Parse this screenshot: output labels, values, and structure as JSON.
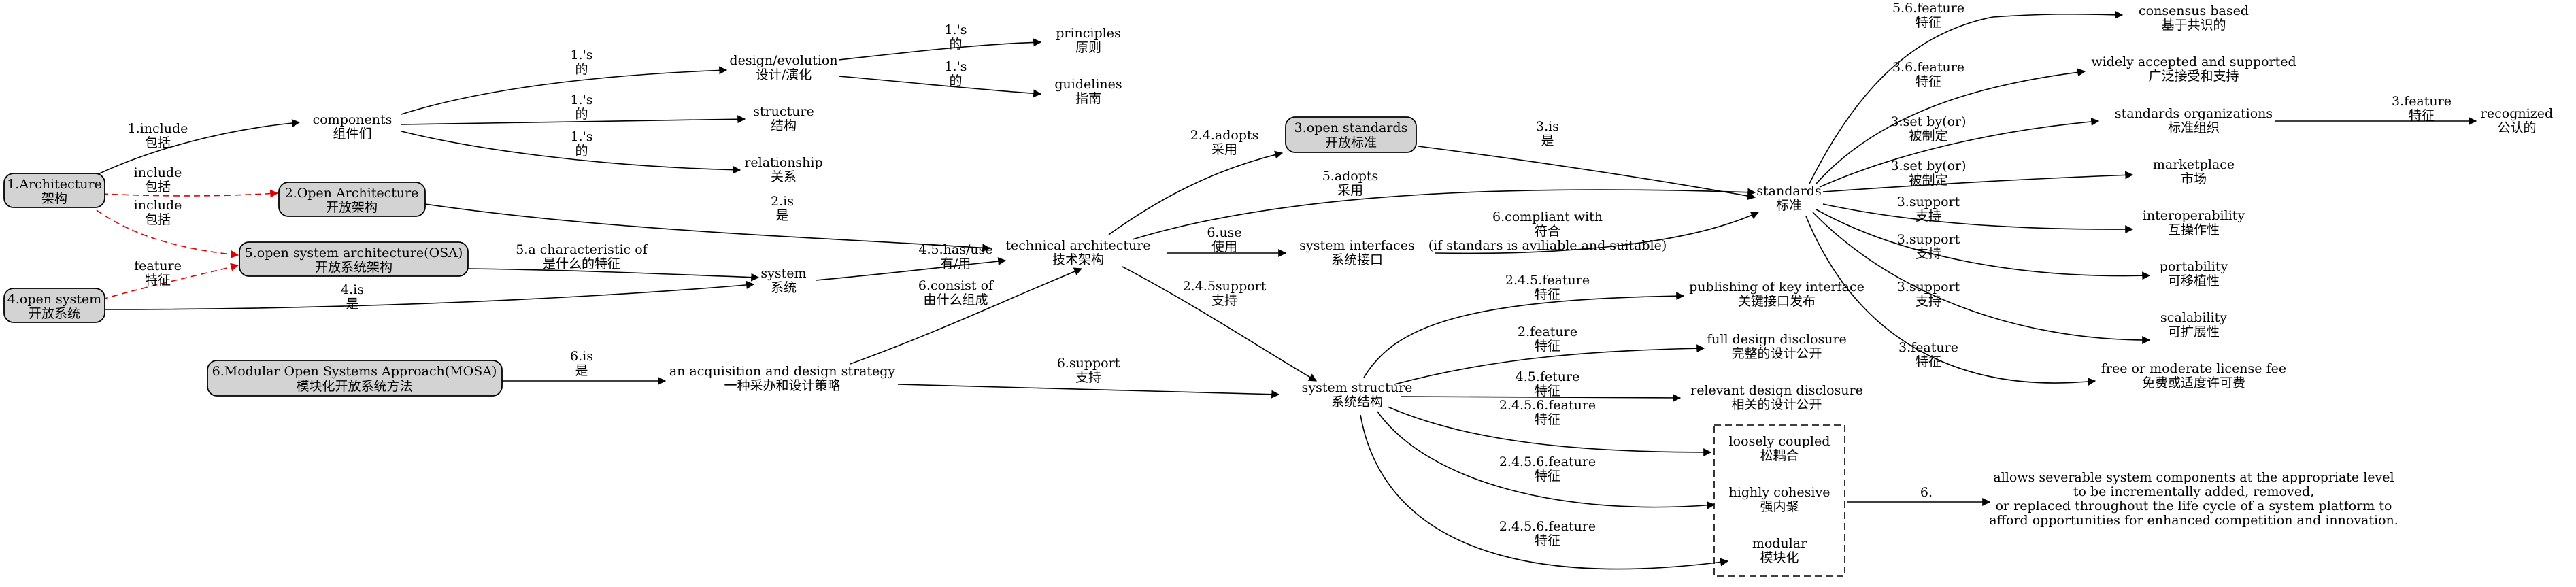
{
  "nodes": {
    "architecture": {
      "en": "1.Architecture",
      "zh": "架构"
    },
    "components": {
      "en": "components",
      "zh": "组件们"
    },
    "design_evolution": {
      "en": "design/evolution",
      "zh": "设计/演化"
    },
    "principles": {
      "en": "principles",
      "zh": "原则"
    },
    "guidelines": {
      "en": "guidelines",
      "zh": "指南"
    },
    "structure": {
      "en": "structure",
      "zh": "结构"
    },
    "relationship": {
      "en": "relationship",
      "zh": "关系"
    },
    "open_architecture": {
      "en": "2.Open Architecture",
      "zh": "开放架构"
    },
    "osa": {
      "en": "5.open system architecture(OSA)",
      "zh": "开放系统架构"
    },
    "open_system": {
      "en": "4.open system",
      "zh": "开放系统"
    },
    "mosa": {
      "en": "6.Modular Open Systems Approach(MOSA)",
      "zh": "模块化开放系统方法"
    },
    "system": {
      "en": "system",
      "zh": "系统"
    },
    "technical_architecture": {
      "en": "technical architecture",
      "zh": "技术架构"
    },
    "acquisition_strategy": {
      "en": "an acquisition and design strategy",
      "zh": "一种采办和设计策略"
    },
    "open_standards": {
      "en": "3.open standards",
      "zh": "开放标准"
    },
    "system_interfaces": {
      "en": "system interfaces",
      "zh": "系统接口"
    },
    "system_structure": {
      "en": "system structure",
      "zh": "系统结构"
    },
    "standards": {
      "en": "standards",
      "zh": "标准"
    },
    "consensus": {
      "en": "consensus based",
      "zh": "基于共识的"
    },
    "widely": {
      "en": "widely accepted and supported",
      "zh": "广泛接受和支持"
    },
    "std_orgs": {
      "en": "standards organizations",
      "zh": "标准组织"
    },
    "recognized": {
      "en": "recognized",
      "zh": "公认的"
    },
    "marketplace": {
      "en": "marketplace",
      "zh": "市场"
    },
    "interoperability": {
      "en": "interoperability",
      "zh": "互操作性"
    },
    "portability": {
      "en": "portability",
      "zh": "可移植性"
    },
    "scalability": {
      "en": "scalability",
      "zh": "可扩展性"
    },
    "license_fee": {
      "en": "free or moderate license fee",
      "zh": "免费或适度许可费"
    },
    "publishing": {
      "en": "publishing of key interface",
      "zh": "关键接口发布"
    },
    "full_disclosure": {
      "en": "full design disclosure",
      "zh": "完整的设计公开"
    },
    "relevant_disclosure": {
      "en": "relevant design disclosure",
      "zh": "相关的设计公开"
    },
    "loosely": {
      "en": "loosely coupled",
      "zh": "松耦合"
    },
    "cohesive": {
      "en": "highly cohesive",
      "zh": "强内聚"
    },
    "modular": {
      "en": "modular",
      "zh": "模块化"
    },
    "allows": {
      "line1": "allows severable system components at the appropriate level",
      "line2": "to be incrementally added, removed,",
      "line3": "or replaced throughout the life cycle of a system platform to",
      "line4": "afford opportunities for enhanced competition and innovation."
    }
  },
  "edges": {
    "arch_components": {
      "en": "1.include",
      "zh": "包括"
    },
    "arch_open_arch": {
      "en": "include",
      "zh": "包括"
    },
    "arch_osa": {
      "en": "include",
      "zh": "包括"
    },
    "open_system_osa": {
      "en": "feature",
      "zh": "特征"
    },
    "components_design": {
      "en": "1.'s",
      "zh": "的"
    },
    "components_structure": {
      "en": "1.'s",
      "zh": "的"
    },
    "components_relationship": {
      "en": "1.'s",
      "zh": "的"
    },
    "design_principles": {
      "en": "1.'s",
      "zh": "的"
    },
    "design_guidelines": {
      "en": "1.'s",
      "zh": "的"
    },
    "open_arch_tech": {
      "en": "2.is",
      "zh": "是"
    },
    "osa_system": {
      "en": "5.a characteristic of",
      "zh": "是什么的特征"
    },
    "open_system_system": {
      "en": "4.is",
      "zh": "是"
    },
    "system_tech": {
      "en": "4.5.has/use",
      "zh": "有/用"
    },
    "acq_tech": {
      "en": "6.consist of",
      "zh": "由什么组成"
    },
    "mosa_acq": {
      "en": "6.is",
      "zh": "是"
    },
    "acq_structure": {
      "en": "6.support",
      "zh": "支持"
    },
    "tech_open_std": {
      "en": "2.4.adopts",
      "zh": "采用"
    },
    "tech_standards": {
      "en": "5.adopts",
      "zh": "采用"
    },
    "tech_interfaces": {
      "en": "6.use",
      "zh": "使用"
    },
    "tech_structure": {
      "en": "2.4.5support",
      "zh": "支持"
    },
    "open_std_standards": {
      "en": "3.is",
      "zh": "是"
    },
    "interfaces_standards": {
      "en": "6.compliant with",
      "zh": "符合",
      "note": "(if standars is aviliable and suitable)"
    },
    "std_consensus": {
      "en": "5.6.feature",
      "zh": "特征"
    },
    "std_widely": {
      "en": "3.6.feature",
      "zh": "特征"
    },
    "std_orgs": {
      "en": "3.set by(or)",
      "zh": "被制定"
    },
    "std_marketplace": {
      "en": "3.set by(or)",
      "zh": "被制定"
    },
    "orgs_recognized": {
      "en": "3.feature",
      "zh": "特征"
    },
    "std_interop": {
      "en": "3.support",
      "zh": "支持"
    },
    "std_portability": {
      "en": "3.support",
      "zh": "支持"
    },
    "std_scalability": {
      "en": "3.support",
      "zh": "支持"
    },
    "std_license": {
      "en": "3.feature",
      "zh": "特征"
    },
    "struct_publishing": {
      "en": "2.4.5.feature",
      "zh": "特征"
    },
    "struct_full": {
      "en": "2.feature",
      "zh": "特征"
    },
    "struct_relevant": {
      "en": "4.5.feture",
      "zh": "特征"
    },
    "struct_loosely": {
      "en": "2.4.5.6.feature",
      "zh": "特征"
    },
    "struct_cohesive": {
      "en": "2.4.5.6.feature",
      "zh": "特征"
    },
    "struct_modular": {
      "en": "2.4.5.6.feature",
      "zh": "特征"
    },
    "cluster_allows": {
      "en": "6."
    }
  },
  "colors": {
    "boxed_node_fill": "#d3d3d3",
    "include_edge": "#e00000",
    "edge": "#000000"
  }
}
